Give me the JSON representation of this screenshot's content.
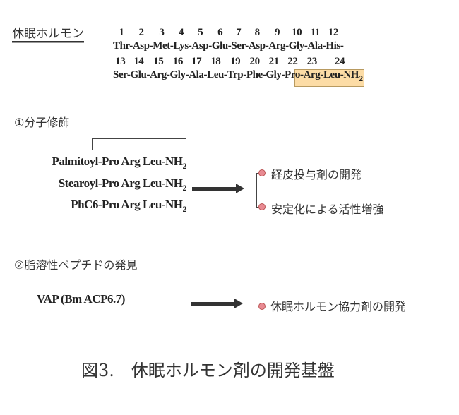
{
  "title": "休眠ホルモン",
  "sequence": {
    "row1": [
      [
        "1",
        "Thr-"
      ],
      [
        "2",
        "Asp-"
      ],
      [
        "3",
        "Met-"
      ],
      [
        "4",
        "Lys-"
      ],
      [
        "5",
        "Asp-"
      ],
      [
        "6",
        "Glu-"
      ],
      [
        "7",
        "Ser-"
      ],
      [
        "8",
        "Asp-"
      ],
      [
        "9",
        "Arg-"
      ],
      [
        "10",
        "Gly-"
      ],
      [
        "11",
        "Ala-"
      ],
      [
        "12",
        "His-"
      ]
    ],
    "row2": [
      [
        "13",
        "Ser-"
      ],
      [
        "14",
        "Glu-"
      ],
      [
        "15",
        "Arg-"
      ],
      [
        "16",
        "Gly-"
      ],
      [
        "17",
        "Ala-"
      ],
      [
        "18",
        "Leu-"
      ],
      [
        "19",
        "Trp-"
      ],
      [
        "20",
        "Phe-"
      ],
      [
        "21",
        "Gly-"
      ],
      [
        "22",
        "Pro-"
      ],
      [
        "23",
        "Arg-"
      ],
      [
        "24",
        "Leu-NH"
      ]
    ],
    "subscript": "2"
  },
  "section1": {
    "heading": "①分子修飾",
    "molecules": [
      "Palmitoyl-Pro Arg Leu-NH",
      "Stearoyl-Pro Arg Leu-NH",
      "PhC6-Pro Arg Leu-NH"
    ],
    "subscript": "2",
    "outcomes": [
      "経皮投与剤の開発",
      "安定化による活性増強"
    ]
  },
  "section2": {
    "heading": "②脂溶性ペプチドの発見",
    "molecule": "VAP (Bm ACP6.7)",
    "outcome": "休眠ホルモン協力剤の開発"
  },
  "caption": "図3.　休眠ホルモン剤の開発基盤"
}
